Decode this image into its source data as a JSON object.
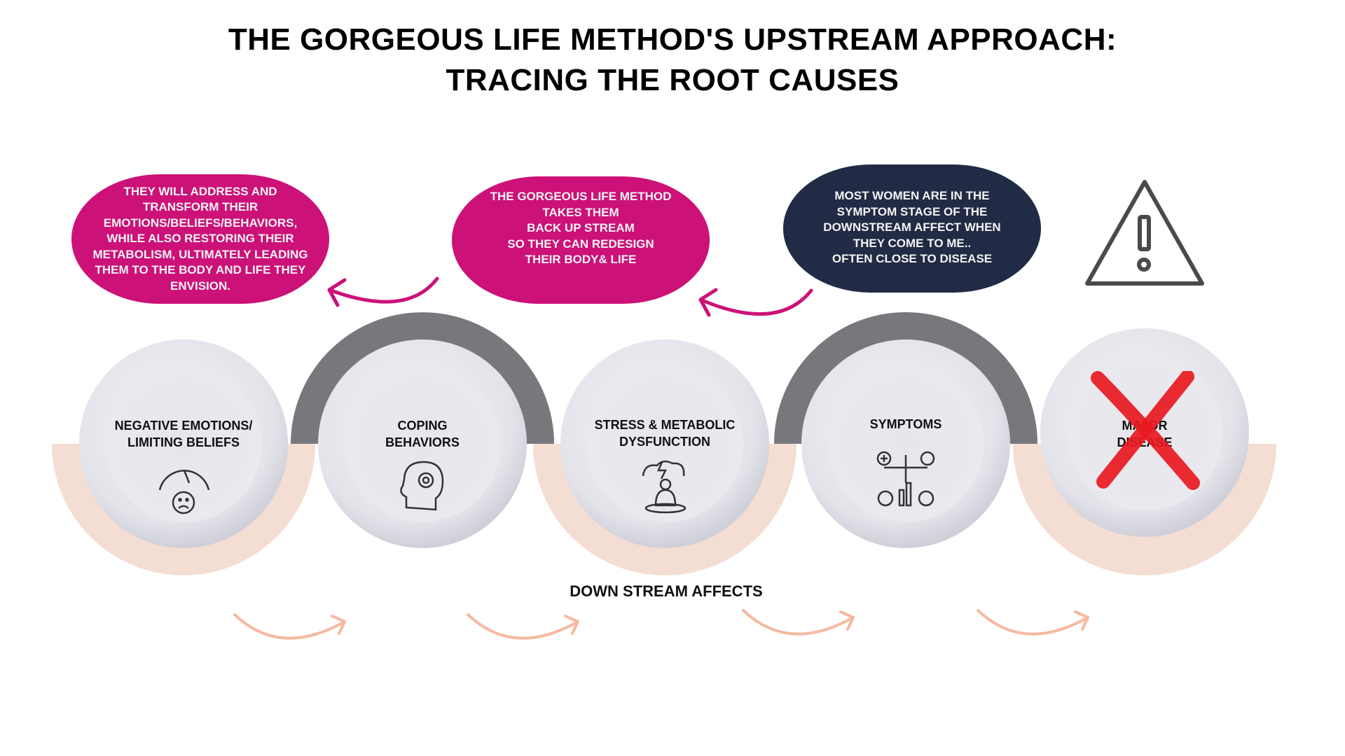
{
  "title": {
    "line1": "THE GORGEOUS LIFE METHOD'S UPSTREAM APPROACH:",
    "line2": "TRACING THE ROOT CAUSES"
  },
  "bubbles": [
    {
      "lines": [
        "THEY WILL ADDRESS AND",
        "TRANSFORM THEIR",
        "EMOTIONS/BELIEFS/BEHAVIORS,",
        "WHILE ALSO RESTORING THEIR",
        "METABOLISM, ULTIMATELY LEADING",
        "THEM TO THE BODY AND LIFE THEY",
        "ENVISION."
      ],
      "color": "#cc1178"
    },
    {
      "lines": [
        "THE GORGEOUS LIFE METHOD",
        "TAKES THEM",
        "BACK UP STREAM",
        "SO THEY CAN REDESIGN",
        "THEIR BODY& LIFE"
      ],
      "color": "#cc1178"
    },
    {
      "lines": [
        "MOST WOMEN ARE IN THE",
        "SYMPTOM STAGE OF THE",
        "DOWNSTREAM AFFECT WHEN",
        "THEY COME TO ME..",
        "OFTEN CLOSE TO DISEASE"
      ],
      "color": "#222b45"
    }
  ],
  "stages": [
    {
      "lines": [
        "NEGATIVE EMOTIONS/",
        "LIMITING BELIEFS"
      ],
      "icon": "gauge-sad-face-icon"
    },
    {
      "lines": [
        "COPING",
        "BEHAVIORS"
      ],
      "icon": "head-gear-icon"
    },
    {
      "lines": [
        "STRESS & METABOLIC",
        "DYSFUNCTION"
      ],
      "icon": "stressed-person-icon"
    },
    {
      "lines": [
        "SYMPTOMS"
      ],
      "icon": "symptoms-icon"
    },
    {
      "lines": [
        "MAJOR",
        "DISEASE"
      ],
      "icon": "red-x-icon"
    }
  ],
  "footer": {
    "down_stream": "DOWN STREAM AFFECTS"
  },
  "colors": {
    "pink": "#cc1178",
    "navy": "#222b45",
    "peach": "#f4ddd3",
    "gray": "#77787c",
    "red": "#e8191f",
    "arrow_peach": "#f6b9a0"
  }
}
